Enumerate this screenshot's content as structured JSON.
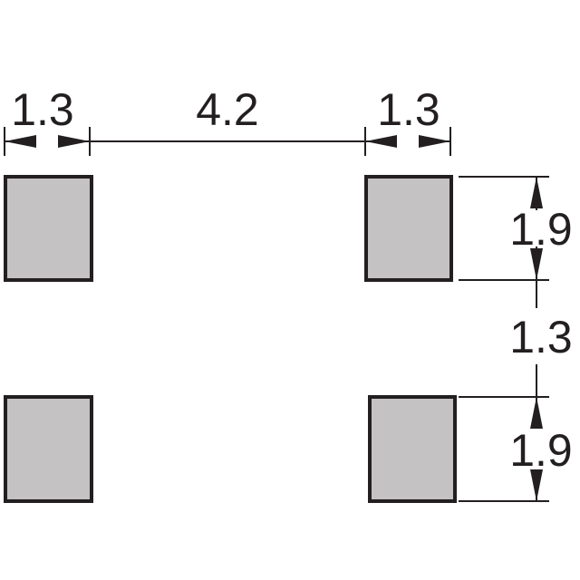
{
  "colors": {
    "pad_fill": "#c4c2c2",
    "stroke": "#231f20",
    "background": "#ffffff"
  },
  "pads": [
    {
      "id": "top-left"
    },
    {
      "id": "top-right"
    },
    {
      "id": "bottom-left"
    },
    {
      "id": "bottom-right"
    }
  ],
  "dimensions": {
    "pad_width_left": "1.3",
    "pad_spacing": "4.2",
    "pad_width_right": "1.3",
    "pad_height_top": "1.9",
    "pad_gap_vertical": "1.3",
    "pad_height_bottom": "1.9"
  }
}
